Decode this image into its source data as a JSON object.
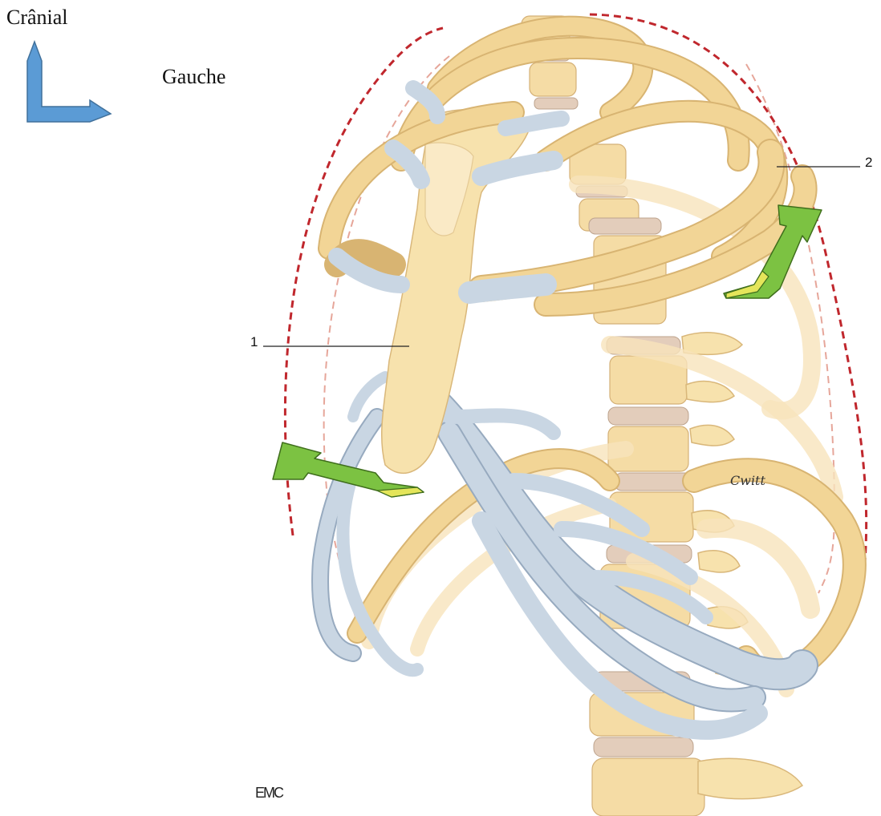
{
  "orientation": {
    "cranial_label": "Crânial",
    "left_label": "Gauche",
    "arrow_color": "#5b9bd5"
  },
  "labels": {
    "label_1": "1",
    "label_2": "2"
  },
  "credits": {
    "publisher_mark": "EMC",
    "artist_signature": "Cwitt"
  },
  "colors": {
    "bone": "#f7e2ad",
    "cartilage": "#c9d6e3",
    "outline_dash": "#c0272d",
    "motion_arrow": "#7cc242"
  }
}
